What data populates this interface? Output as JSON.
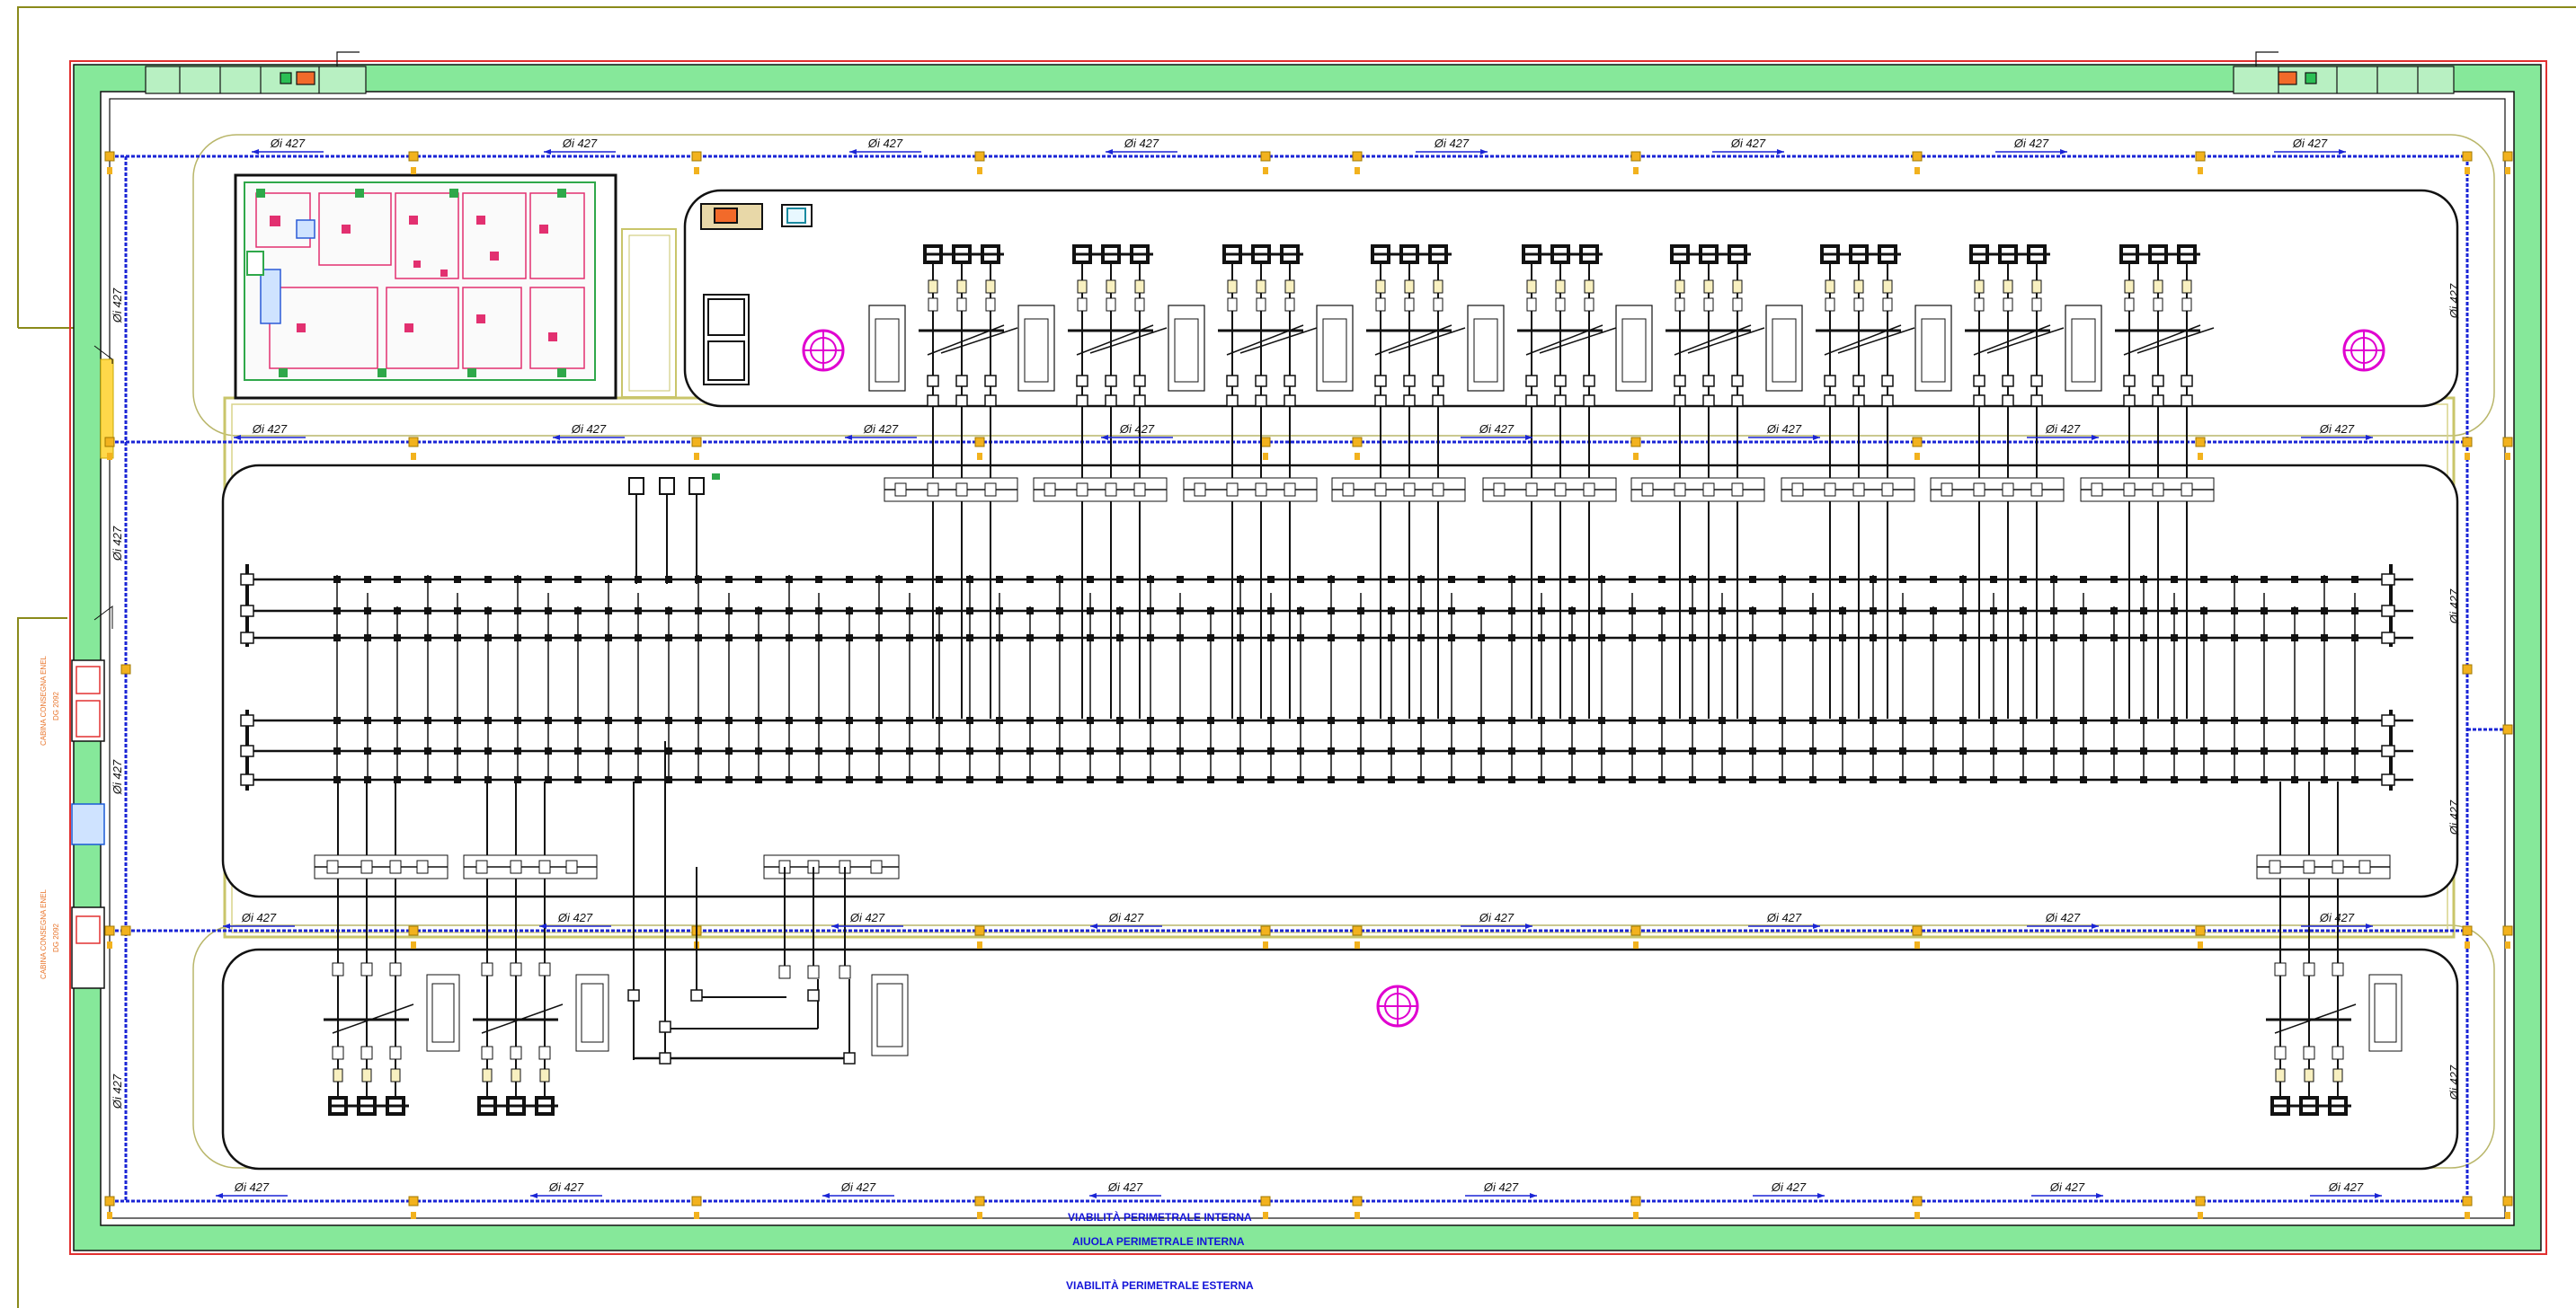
{
  "drawing": {
    "pipe_label": "Øi 427",
    "label_internal_road": "VIABILITÀ PERIMETRALE INTERNA",
    "label_flower_bed": "AIUOLA PERIMETRALE INTERNA",
    "label_external_road": "VIABILITÀ PERIMETRALE ESTERNA",
    "cabin_label_1_a": "CABINA CONSEGNA ENEL",
    "cabin_label_1_b": "DG 2092",
    "cabin_label_2_a": "CABINA CONSEGNA ENEL",
    "cabin_label_2_b": "DG 2092"
  },
  "colors": {
    "green_band": "#86e89a",
    "perimeter_red": "#e23030",
    "pipe_blue": "#1a24d6",
    "node_orange": "#f2b21e",
    "magenta": "#e000d0",
    "olive_outline": "#b9b66a",
    "black_line": "#111111",
    "yellow_fence": "#c9a800"
  },
  "icons": [
    "fire-hydrant-icon",
    "building-plan-icon",
    "transformer-icon",
    "inverter-icon"
  ]
}
